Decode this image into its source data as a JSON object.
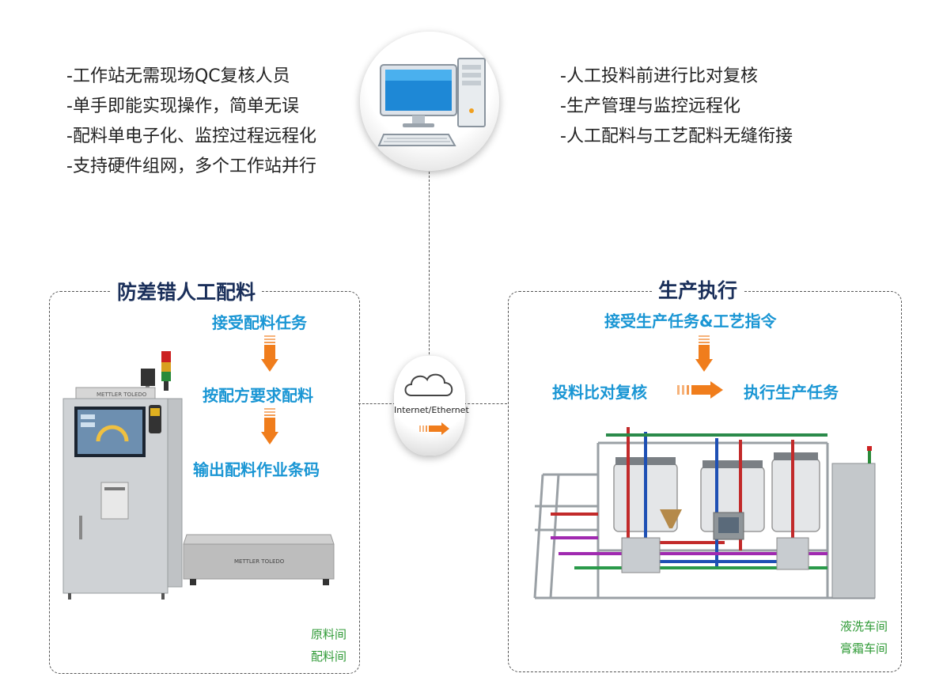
{
  "features_left": [
    "-工作站无需现场QC复核人员",
    "-单手即能实现操作，简单无误",
    "-配料单电子化、监控过程远程化",
    "-支持硬件组网，多个工作站并行"
  ],
  "features_right": [
    "-人工投料前进行比对复核",
    "-生产管理与监控远程化",
    "-人工配料与工艺配料无缝衔接"
  ],
  "network": {
    "label": "Internet/Ethernet",
    "icon": "cloud-icon"
  },
  "left_panel": {
    "title": "防差错人工配料",
    "steps": [
      "接受配料任务",
      "按配方要求配料",
      "输出配料作业条码"
    ],
    "rooms": [
      "原料间",
      "配料间"
    ],
    "device_brand": "METTLER TOLEDO",
    "scale_brand": "METTLER TOLEDO"
  },
  "right_panel": {
    "title": "生产执行",
    "top_step": "接受生产任务&工艺指令",
    "left_step": "投料比对复核",
    "right_step": "执行生产任务",
    "rooms": [
      "液洗车间",
      "膏霜车间"
    ]
  },
  "colors": {
    "accent_blue": "#1a96d4",
    "title_navy": "#1a2f5a",
    "arrow_orange": "#f07d1c",
    "room_green": "#2f9a36"
  }
}
